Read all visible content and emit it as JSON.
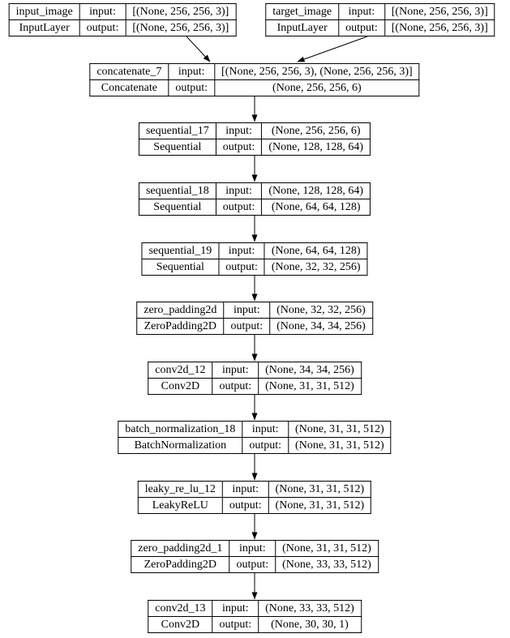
{
  "diagram": {
    "kind": "keras-model-architecture-graph",
    "colors": {
      "background": "#ffffff",
      "node_fill": "#ffffff",
      "node_border": "#000000",
      "text": "#000000",
      "edge": "#000000"
    },
    "field_labels": {
      "input": "input:",
      "output": "output:"
    },
    "nodes": [
      {
        "name": "input_image",
        "layer_type": "InputLayer",
        "input_shape": "[(None, 256, 256, 3)]",
        "output_shape": "[(None, 256, 256, 3)]"
      },
      {
        "name": "target_image",
        "layer_type": "InputLayer",
        "input_shape": "[(None, 256, 256, 3)]",
        "output_shape": "[(None, 256, 256, 3)]"
      },
      {
        "name": "concatenate_7",
        "layer_type": "Concatenate",
        "input_shape": "[(None, 256, 256, 3), (None, 256, 256, 3)]",
        "output_shape": "(None, 256, 256, 6)"
      },
      {
        "name": "sequential_17",
        "layer_type": "Sequential",
        "input_shape": "(None, 256, 256, 6)",
        "output_shape": "(None, 128, 128, 64)"
      },
      {
        "name": "sequential_18",
        "layer_type": "Sequential",
        "input_shape": "(None, 128, 128, 64)",
        "output_shape": "(None, 64, 64, 128)"
      },
      {
        "name": "sequential_19",
        "layer_type": "Sequential",
        "input_shape": "(None, 64, 64, 128)",
        "output_shape": "(None, 32, 32, 256)"
      },
      {
        "name": "zero_padding2d",
        "layer_type": "ZeroPadding2D",
        "input_shape": "(None, 32, 32, 256)",
        "output_shape": "(None, 34, 34, 256)"
      },
      {
        "name": "conv2d_12",
        "layer_type": "Conv2D",
        "input_shape": "(None, 34, 34, 256)",
        "output_shape": "(None, 31, 31, 512)"
      },
      {
        "name": "batch_normalization_18",
        "layer_type": "BatchNormalization",
        "input_shape": "(None, 31, 31, 512)",
        "output_shape": "(None, 31, 31, 512)"
      },
      {
        "name": "leaky_re_lu_12",
        "layer_type": "LeakyReLU",
        "input_shape": "(None, 31, 31, 512)",
        "output_shape": "(None, 31, 31, 512)"
      },
      {
        "name": "zero_padding2d_1",
        "layer_type": "ZeroPadding2D",
        "input_shape": "(None, 31, 31, 512)",
        "output_shape": "(None, 33, 33, 512)"
      },
      {
        "name": "conv2d_13",
        "layer_type": "Conv2D",
        "input_shape": "(None, 33, 33, 512)",
        "output_shape": "(None, 30, 30, 1)"
      }
    ],
    "edges": [
      {
        "from": "input_image",
        "to": "concatenate_7"
      },
      {
        "from": "target_image",
        "to": "concatenate_7"
      },
      {
        "from": "concatenate_7",
        "to": "sequential_17"
      },
      {
        "from": "sequential_17",
        "to": "sequential_18"
      },
      {
        "from": "sequential_18",
        "to": "sequential_19"
      },
      {
        "from": "sequential_19",
        "to": "zero_padding2d"
      },
      {
        "from": "zero_padding2d",
        "to": "conv2d_12"
      },
      {
        "from": "conv2d_12",
        "to": "batch_normalization_18"
      },
      {
        "from": "batch_normalization_18",
        "to": "leaky_re_lu_12"
      },
      {
        "from": "leaky_re_lu_12",
        "to": "zero_padding2d_1"
      },
      {
        "from": "zero_padding2d_1",
        "to": "conv2d_13"
      }
    ]
  }
}
